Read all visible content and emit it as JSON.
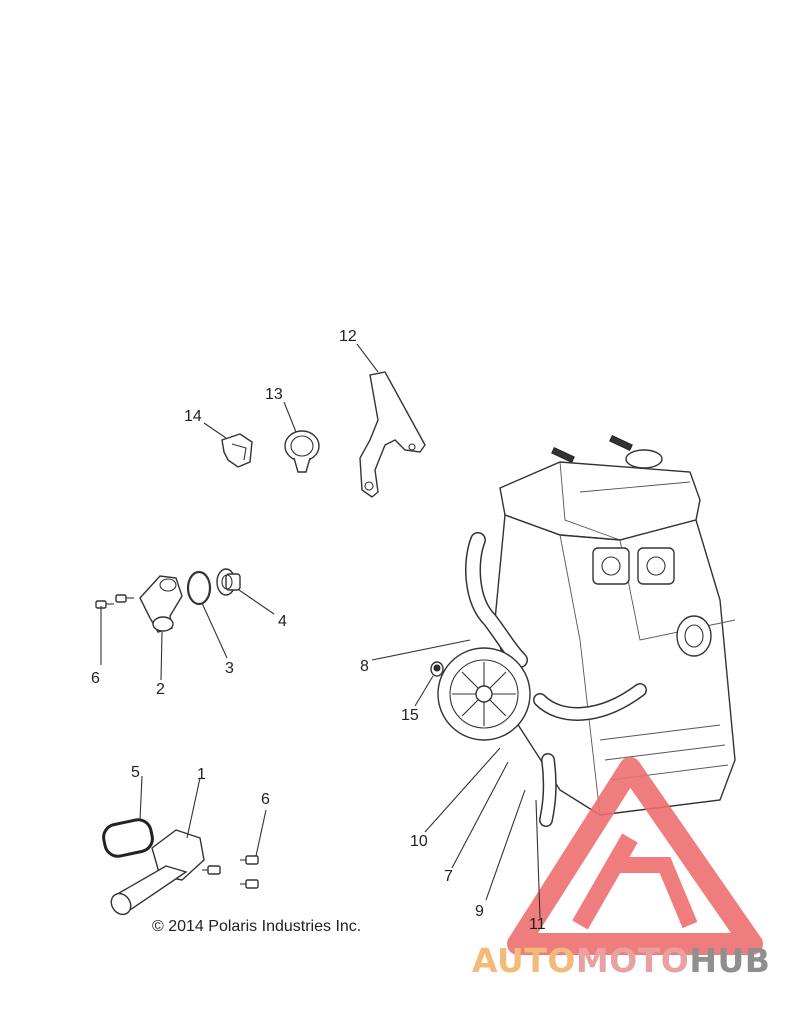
{
  "copyright": "© 2014 Polaris Industries Inc.",
  "watermark": {
    "part1": "AUTO",
    "part2": "MOTO",
    "part3": "HUB",
    "colors": {
      "orange": "#f3ba7a",
      "red": "#e8a0a0",
      "gray": "#8f8f8f",
      "triangle": "#ef6f6f"
    }
  },
  "callouts": {
    "c1": "1",
    "c2": "2",
    "c3": "3",
    "c4": "4",
    "c5": "5",
    "c6a": "6",
    "c6b": "6",
    "c7": "7",
    "c8": "8",
    "c9": "9",
    "c10": "10",
    "c11": "11",
    "c12": "12",
    "c13": "13",
    "c14": "14",
    "c15": "15"
  }
}
